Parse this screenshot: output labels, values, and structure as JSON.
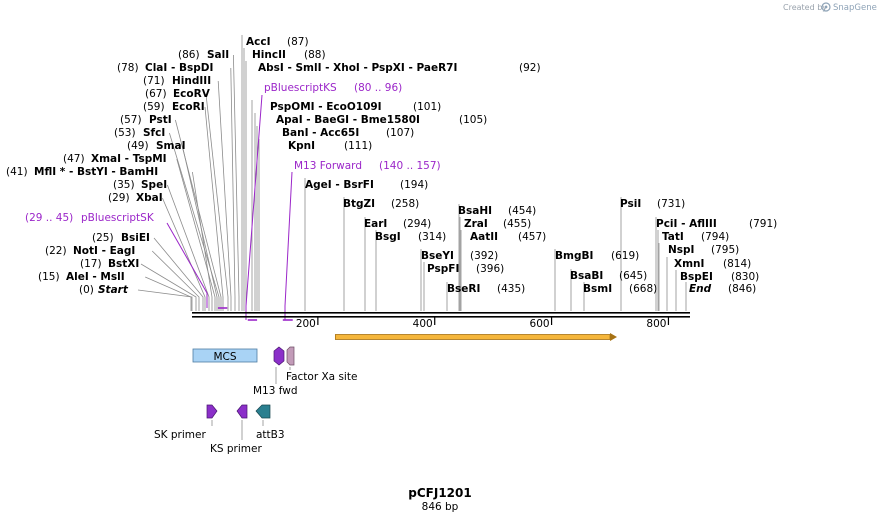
{
  "app": {
    "credit_text": "Created by",
    "credit_brand": "SnapGene",
    "logo_icon": "snapgene-logo-icon"
  },
  "plasmid": {
    "name": "pCFJ1201",
    "size_label": "846 bp",
    "length_bp": 846
  },
  "ruler": {
    "ticks": [
      200,
      400,
      600,
      800
    ]
  },
  "sites": [
    {
      "label": "Start",
      "pos_text": "(0)",
      "pos": 0,
      "italic": true
    },
    {
      "label": "AleI  - MslI",
      "pos_text": "(15)",
      "pos": 15
    },
    {
      "label": "BstXI",
      "pos_text": "(17)",
      "pos": 17
    },
    {
      "label": "NotI  - EagI",
      "pos_text": "(22)",
      "pos": 22
    },
    {
      "label": "BsiEI",
      "pos_text": "(25)",
      "pos": 25
    },
    {
      "label": "XbaI",
      "pos_text": "(29)",
      "pos": 29
    },
    {
      "label": "SpeI",
      "pos_text": "(35)",
      "pos": 35
    },
    {
      "label": "MflI *  - BstYI  - BamHI",
      "pos_text": "(41)",
      "pos": 41
    },
    {
      "label": "XmaI  - TspMI",
      "pos_text": "(47)",
      "pos": 47
    },
    {
      "label": "SmaI",
      "pos_text": "(49)",
      "pos": 49
    },
    {
      "label": "SfcI",
      "pos_text": "(53)",
      "pos": 53
    },
    {
      "label": "PstI",
      "pos_text": "(57)",
      "pos": 57
    },
    {
      "label": "EcoRI",
      "pos_text": "(59)",
      "pos": 59
    },
    {
      "label": "EcoRV",
      "pos_text": "(67)",
      "pos": 67
    },
    {
      "label": "HindIII",
      "pos_text": "(71)",
      "pos": 71
    },
    {
      "label": "ClaI  - BspDI",
      "pos_text": "(78)",
      "pos": 78
    },
    {
      "label": "SalI",
      "pos_text": "(86)",
      "pos": 86
    },
    {
      "label": "AccI",
      "pos_text": "(87)",
      "pos": 87
    },
    {
      "label": "HincII",
      "pos_text": "(88)",
      "pos": 88
    },
    {
      "label": "AbsI  - SmlI  - XhoI  - PspXI  - PaeR7I",
      "pos_text": "(92)",
      "pos": 92
    },
    {
      "label": "PspOMI  - EcoO109I",
      "pos_text": "(101)",
      "pos": 101
    },
    {
      "label": "ApaI  - BaeGI  - Bme1580I",
      "pos_text": "(105)",
      "pos": 105
    },
    {
      "label": "BanI  - Acc65I",
      "pos_text": "(107)",
      "pos": 107
    },
    {
      "label": "KpnI",
      "pos_text": "(111)",
      "pos": 111
    },
    {
      "label": "AgeI  - BsrFI",
      "pos_text": "(194)",
      "pos": 194
    },
    {
      "label": "BtgZI",
      "pos_text": "(258)",
      "pos": 258
    },
    {
      "label": "EarI",
      "pos_text": "(294)",
      "pos": 294
    },
    {
      "label": "BsgI",
      "pos_text": "(314)",
      "pos": 314
    },
    {
      "label": "BseYI",
      "pos_text": "(392)",
      "pos": 392
    },
    {
      "label": "PspFI",
      "pos_text": "(396)",
      "pos": 396
    },
    {
      "label": "BseRI",
      "pos_text": "(435)",
      "pos": 435
    },
    {
      "label": "BsaHI",
      "pos_text": "(454)",
      "pos": 454
    },
    {
      "label": "ZraI",
      "pos_text": "(455)",
      "pos": 455
    },
    {
      "label": "AatII",
      "pos_text": "(457)",
      "pos": 457
    },
    {
      "label": "BmgBI",
      "pos_text": "(619)",
      "pos": 619
    },
    {
      "label": "BsaBI",
      "pos_text": "(645)",
      "pos": 645
    },
    {
      "label": "BsmI",
      "pos_text": "(668)",
      "pos": 668
    },
    {
      "label": "PsiI",
      "pos_text": "(731)",
      "pos": 731
    },
    {
      "label": "PciI  - AflIII",
      "pos_text": "(791)",
      "pos": 791
    },
    {
      "label": "TatI",
      "pos_text": "(794)",
      "pos": 794
    },
    {
      "label": "NspI",
      "pos_text": "(795)",
      "pos": 795
    },
    {
      "label": "XmnI",
      "pos_text": "(814)",
      "pos": 814
    },
    {
      "label": "BspEI",
      "pos_text": "(830)",
      "pos": 830
    },
    {
      "label": "End",
      "pos_text": "(846)",
      "pos": 846,
      "italic": true
    }
  ],
  "primers": [
    {
      "name": "pBluescriptSK",
      "range_text": "(29 .. 45)",
      "start": 29,
      "end": 45
    },
    {
      "name": "pBluescriptKS",
      "range_text": "(80 .. 96)",
      "start": 80,
      "end": 96
    },
    {
      "name": "M13 Forward",
      "range_text": "(140 .. 157)",
      "start": 140,
      "end": 157
    }
  ],
  "features": {
    "mcs": {
      "label": "MCS",
      "color": "#a9d3f5"
    },
    "orf": {
      "color": "#f5b63b",
      "start": 230,
      "end": 700
    },
    "m13fwd": {
      "label": "M13 fwd",
      "color": "#8b2fc9"
    },
    "factor_xa": {
      "label": "Factor Xa site",
      "color": "#c29bb8"
    },
    "sk_primer": {
      "label": "SK primer",
      "color": "#8b2fc9"
    },
    "ks_primer": {
      "label": "KS primer",
      "color": "#8b2fc9"
    },
    "attb3": {
      "label": "attB3",
      "color": "#2a7f8f"
    }
  },
  "colors": {
    "primer": "#9b26c9",
    "leader": "#8c8c8c",
    "backbone": "#000000"
  }
}
